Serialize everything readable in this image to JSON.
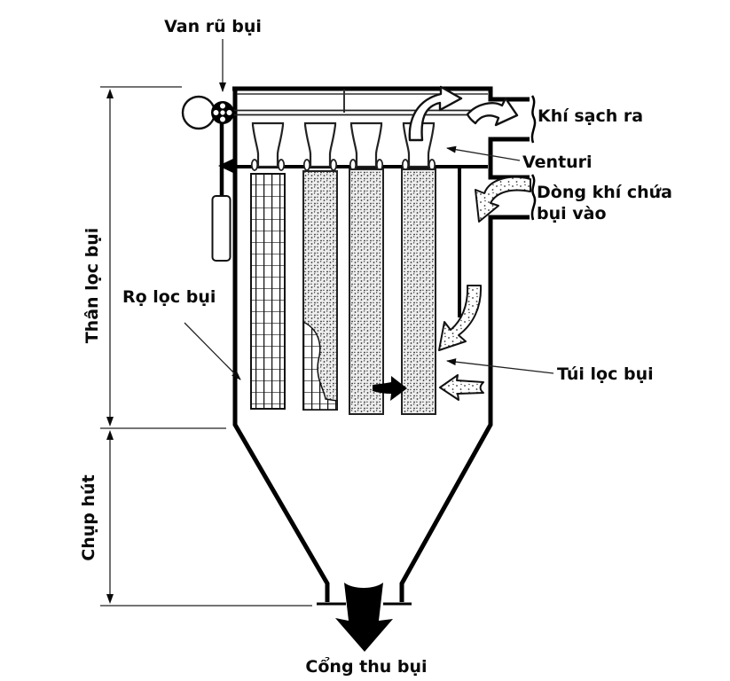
{
  "diagram": {
    "labels": {
      "shaker_valve": "Van rũ bụi",
      "clean_gas_out": "Khí sạch ra",
      "venturi": "Venturi",
      "dusty_gas_in_line1": "Dòng khí chứa",
      "dusty_gas_in_line2": "bụi vào",
      "filter_cage": "Rọ lọc bụi",
      "filter_bag": "Túi lọc bụi",
      "filter_body": "Thân lọc bụi",
      "suction_hood": "Chụp hút",
      "dust_outlet": "Cổng thu bụi"
    },
    "colors": {
      "ink": "#000000",
      "paper": "#ffffff"
    }
  }
}
